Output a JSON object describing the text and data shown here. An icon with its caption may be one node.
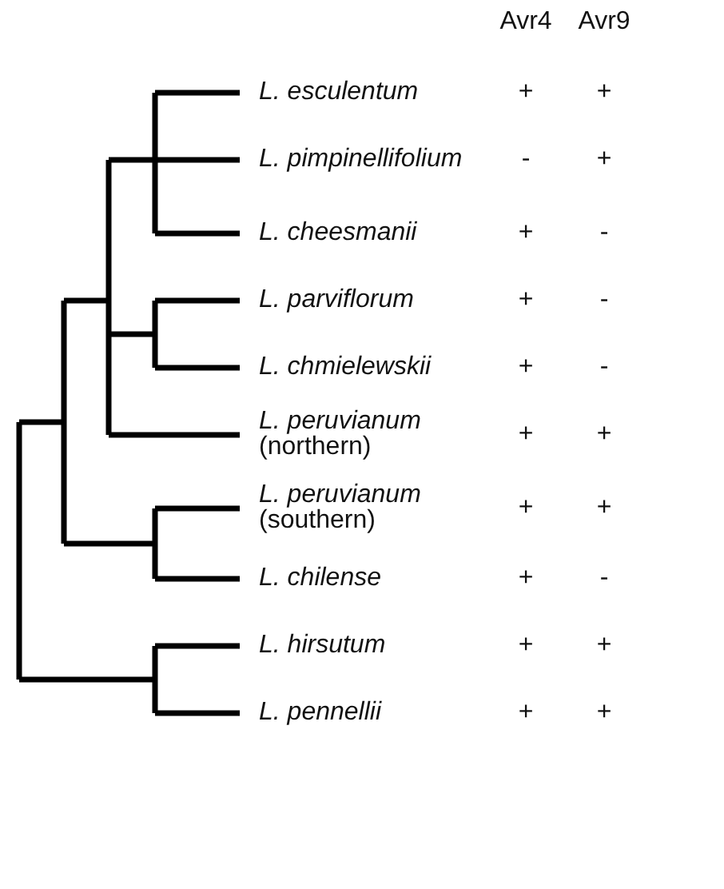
{
  "diagram": {
    "labels": [
      "Avr4",
      "Avr9",
      "L. esculentum",
      "+",
      "+",
      "L. pimpinellifolium",
      "-",
      "+",
      "L. cheesmanii",
      "+",
      "-",
      "L. parviflorum",
      "+",
      "-",
      "L. chmielewskii",
      "+",
      "-",
      "*L. peruvianum* (northern)",
      "+",
      "+",
      "*L. peruvianum* (southern)",
      "+",
      "+",
      "L. chilense",
      "+",
      "-",
      "L. hirsutum",
      "+",
      "+",
      "L. pennellii",
      "+",
      "+"
    ]
  }
}
